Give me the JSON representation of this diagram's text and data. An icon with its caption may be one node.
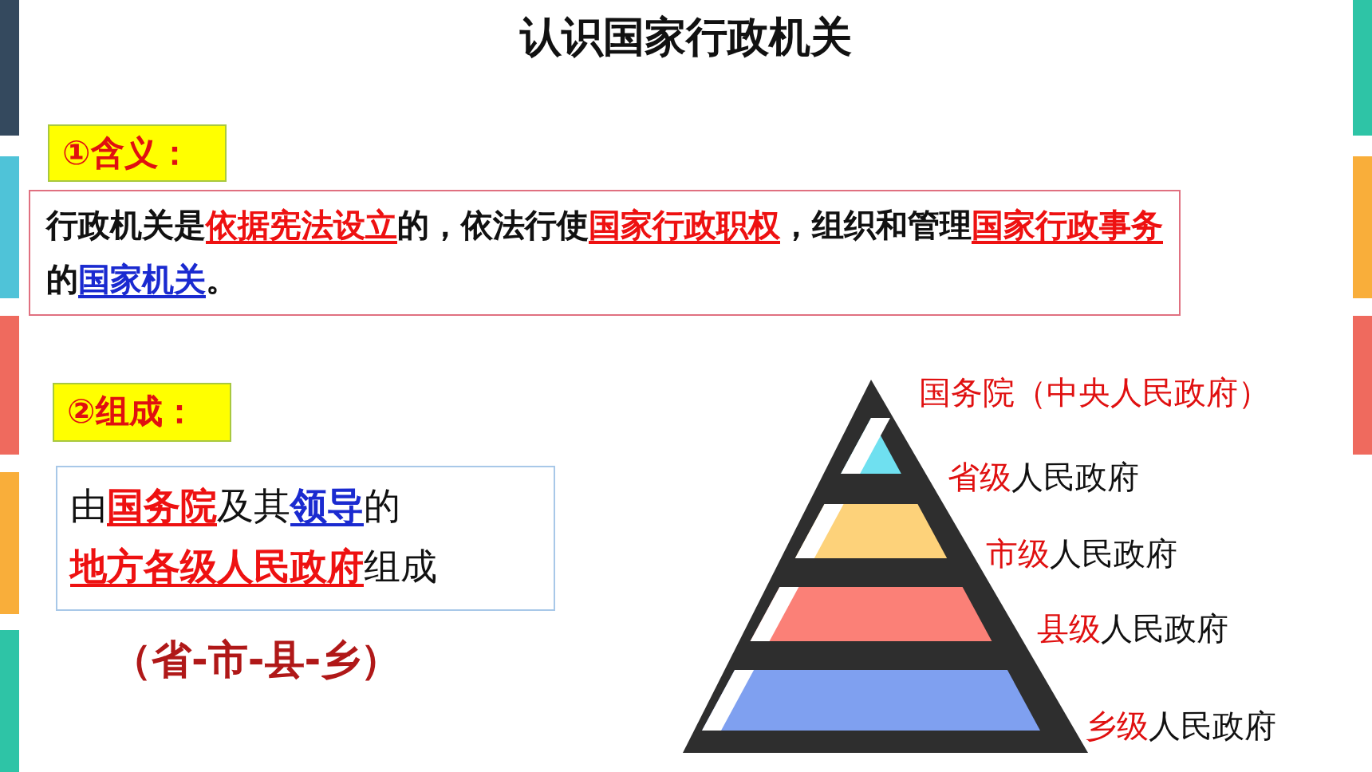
{
  "diagram": {
    "title": "认识国家行政机关",
    "nodes": [
      {
        "text": [
          "①含义："
        ]
      },
      {
        "text": [
          "行政机关是**依据宪法设立**的，依法行使**国家行政职权**，组织和管理**国家行政事务**的**国家机关**。"
        ]
      },
      {
        "text": [
          "②组成："
        ]
      },
      {
        "text": [
          "由**国务院**及其**领导**的**地方各级人民政府**组成"
        ]
      }
    ],
    "labels": [
      "（省-市-县-乡）",
      "国务院（中央人民政府）",
      "**省级**人民政府",
      "**市级**人民政府",
      "**县级**人民政府",
      "**乡级**人民政府"
    ]
  }
}
